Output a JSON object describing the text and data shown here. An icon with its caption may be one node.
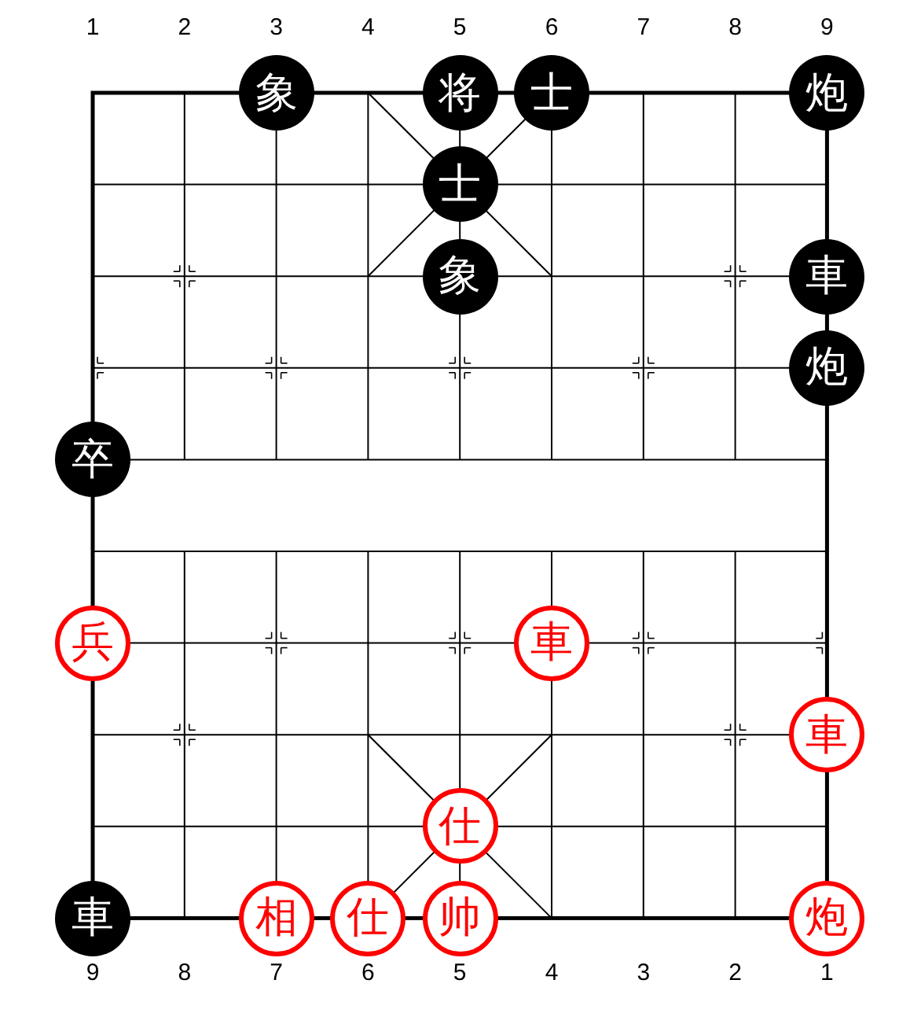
{
  "diagram": {
    "nodes": [
      {
        "text": [
          "象"
        ]
      },
      {
        "text": [
          "将"
        ]
      },
      {
        "text": [
          "士"
        ]
      },
      {
        "text": [
          "炮"
        ]
      },
      {
        "text": [
          "士"
        ]
      },
      {
        "text": [
          "象"
        ]
      },
      {
        "text": [
          "車"
        ]
      },
      {
        "text": [
          "炮"
        ]
      },
      {
        "text": [
          "卒"
        ]
      },
      {
        "text": [
          "兵"
        ]
      },
      {
        "text": [
          "車"
        ]
      },
      {
        "text": [
          "車"
        ]
      },
      {
        "text": [
          "仕"
        ]
      },
      {
        "text": [
          "車"
        ]
      },
      {
        "text": [
          "相"
        ]
      },
      {
        "text": [
          "仕"
        ]
      },
      {
        "text": [
          "帅"
        ]
      },
      {
        "text": [
          "炮"
        ]
      }
    ],
    "labels": [
      "1",
      "2",
      "3",
      "4",
      "5",
      "6",
      "7",
      "8",
      "9",
      "9",
      "8",
      "7",
      "6",
      "5",
      "4",
      "3",
      "2",
      "1"
    ]
  }
}
